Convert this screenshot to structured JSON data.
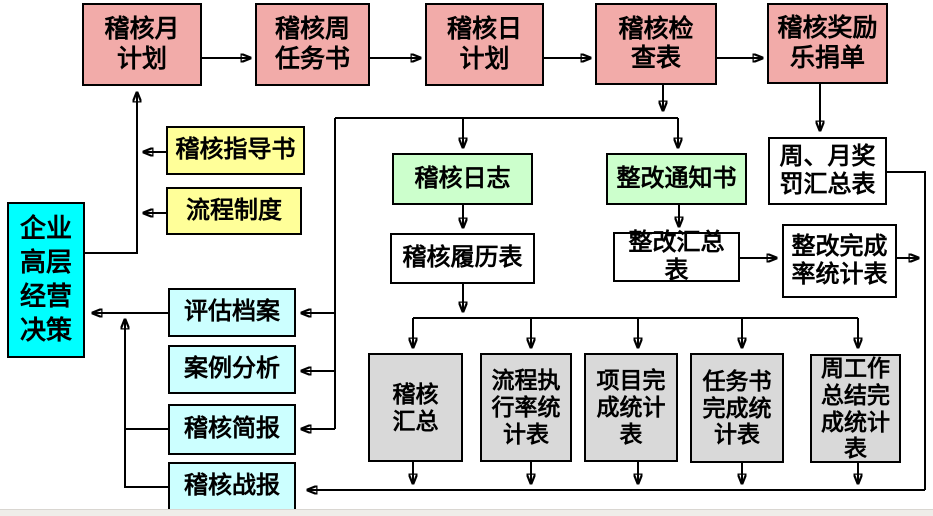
{
  "diagram": {
    "background": "#FFFFFF",
    "line_color": "#000000",
    "colors": {
      "pink": "#F2ABA9",
      "yellow": "#FFFF99",
      "cyan_bright": "#00FFFF",
      "cyan_light": "#CCFFFF",
      "green": "#CCFFCC",
      "gray": "#D9D9D9",
      "white": "#FFFFFF"
    },
    "nodes": [
      {
        "id": "audit-monthly-plan",
        "label": "稽核月\n计划",
        "color": "pink"
      },
      {
        "id": "audit-weekly-task",
        "label": "稽核周\n任务书",
        "color": "pink"
      },
      {
        "id": "audit-daily-plan",
        "label": "稽核日\n计划",
        "color": "pink"
      },
      {
        "id": "audit-checklist",
        "label": "稽核检\n查表",
        "color": "pink"
      },
      {
        "id": "audit-reward-donation",
        "label": "稽核奖励\n乐捐单",
        "color": "pink"
      },
      {
        "id": "audit-guidebook",
        "label": "稽核指导书",
        "color": "yellow"
      },
      {
        "id": "process-rules",
        "label": "流程制度",
        "color": "yellow"
      },
      {
        "id": "corporate-top-decision",
        "label": "企业\n高层\n经营\n决策",
        "color": "cyan_bright"
      },
      {
        "id": "audit-log",
        "label": "稽核日志",
        "color": "green"
      },
      {
        "id": "rectification-notice",
        "label": "整改通知书",
        "color": "green"
      },
      {
        "id": "audit-history-table",
        "label": "稽核履历表",
        "color": "white"
      },
      {
        "id": "rectification-summary",
        "label": "整改汇总\n表",
        "color": "white"
      },
      {
        "id": "weekly-monthly-reward-summary",
        "label": "周、月奖\n罚汇总表",
        "color": "white"
      },
      {
        "id": "rectification-completion-rate",
        "label": "整改完成\n率统计表",
        "color": "white"
      },
      {
        "id": "evaluation-archive",
        "label": "评估档案",
        "color": "cyan_light"
      },
      {
        "id": "case-analysis",
        "label": "案例分析",
        "color": "cyan_light"
      },
      {
        "id": "audit-briefing",
        "label": "稽核简报",
        "color": "cyan_light"
      },
      {
        "id": "audit-battle-report",
        "label": "稽核战报",
        "color": "cyan_light"
      },
      {
        "id": "audit-summary",
        "label": "稽核\n汇总",
        "color": "gray"
      },
      {
        "id": "process-execution-rate",
        "label": "流程执\n行率统\n计表",
        "color": "gray"
      },
      {
        "id": "project-completion-stats",
        "label": "项目完\n成统计\n表",
        "color": "gray"
      },
      {
        "id": "task-completion-stats",
        "label": "任务书\n完成统\n计表",
        "color": "gray"
      },
      {
        "id": "weekly-summary-completion-stats",
        "label": "周工作\n总结完\n成统计\n表",
        "color": "gray"
      }
    ]
  }
}
